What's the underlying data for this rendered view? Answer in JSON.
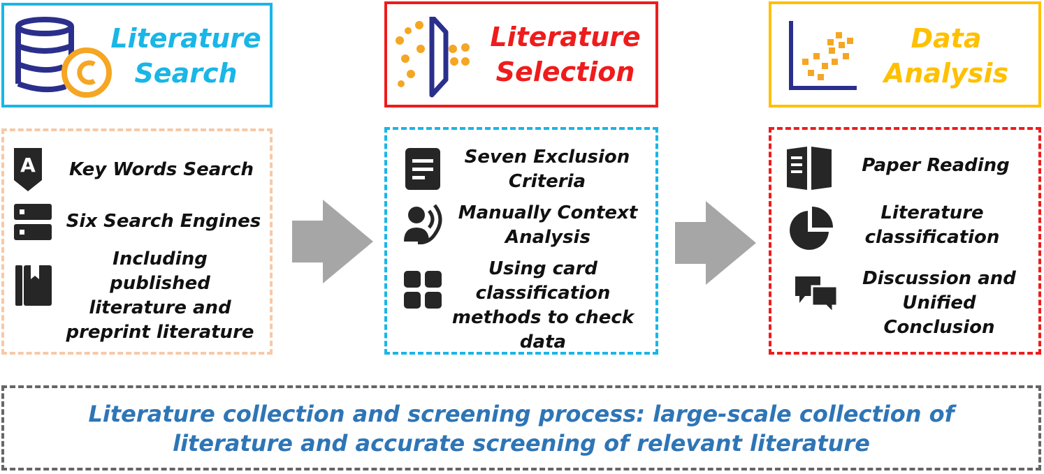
{
  "columns": [
    {
      "title_line1": "Literature",
      "title_line2": "Search",
      "title_color": "#19b6e6",
      "header_border": "#19b6e6",
      "body_border": "#f6c9a8",
      "icon": "database-coin-icon",
      "items": [
        {
          "icon": "letter-a-bookmark-icon",
          "lines": [
            "Key Words Search"
          ]
        },
        {
          "icon": "server-icon",
          "lines": [
            "Six Search Engines"
          ]
        },
        {
          "icon": "book-icon",
          "lines": [
            "Including",
            "published",
            "literature and",
            "preprint literature"
          ]
        }
      ]
    },
    {
      "title_line1": "Literature",
      "title_line2": "Selection",
      "title_color": "#ee1c1c",
      "header_border": "#ee1c1c",
      "body_border": "#19b6e6",
      "icon": "funnel-filter-icon",
      "items": [
        {
          "icon": "document-icon",
          "lines": [
            "Seven Exclusion",
            "Criteria"
          ]
        },
        {
          "icon": "person-speaking-icon",
          "lines": [
            "Manually Context",
            "Analysis"
          ]
        },
        {
          "icon": "grid-icon",
          "lines": [
            "Using card",
            "classification",
            "methods to check",
            "data"
          ]
        }
      ]
    },
    {
      "title_line1": "Data",
      "title_line2": "Analysis",
      "title_color": "#ffc000",
      "header_border": "#ffc000",
      "body_border": "#ee1c1c",
      "icon": "scatter-chart-icon",
      "items": [
        {
          "icon": "open-book-icon",
          "lines": [
            "Paper Reading"
          ]
        },
        {
          "icon": "pie-chart-icon",
          "lines": [
            "Literature",
            "classification"
          ]
        },
        {
          "icon": "chat-bubbles-icon",
          "lines": [
            "Discussion and",
            "Unified",
            "Conclusion"
          ]
        }
      ]
    }
  ],
  "footer": {
    "line1": "Literature collection and screening process: large-scale collection of",
    "line2": "literature and accurate screening of relevant literature",
    "border_color": "#666666"
  },
  "colors": {
    "icon_dark": "#262626",
    "arrow": "#a6a6a6",
    "orange": "#f5a623",
    "navy": "#2b2f8c"
  }
}
